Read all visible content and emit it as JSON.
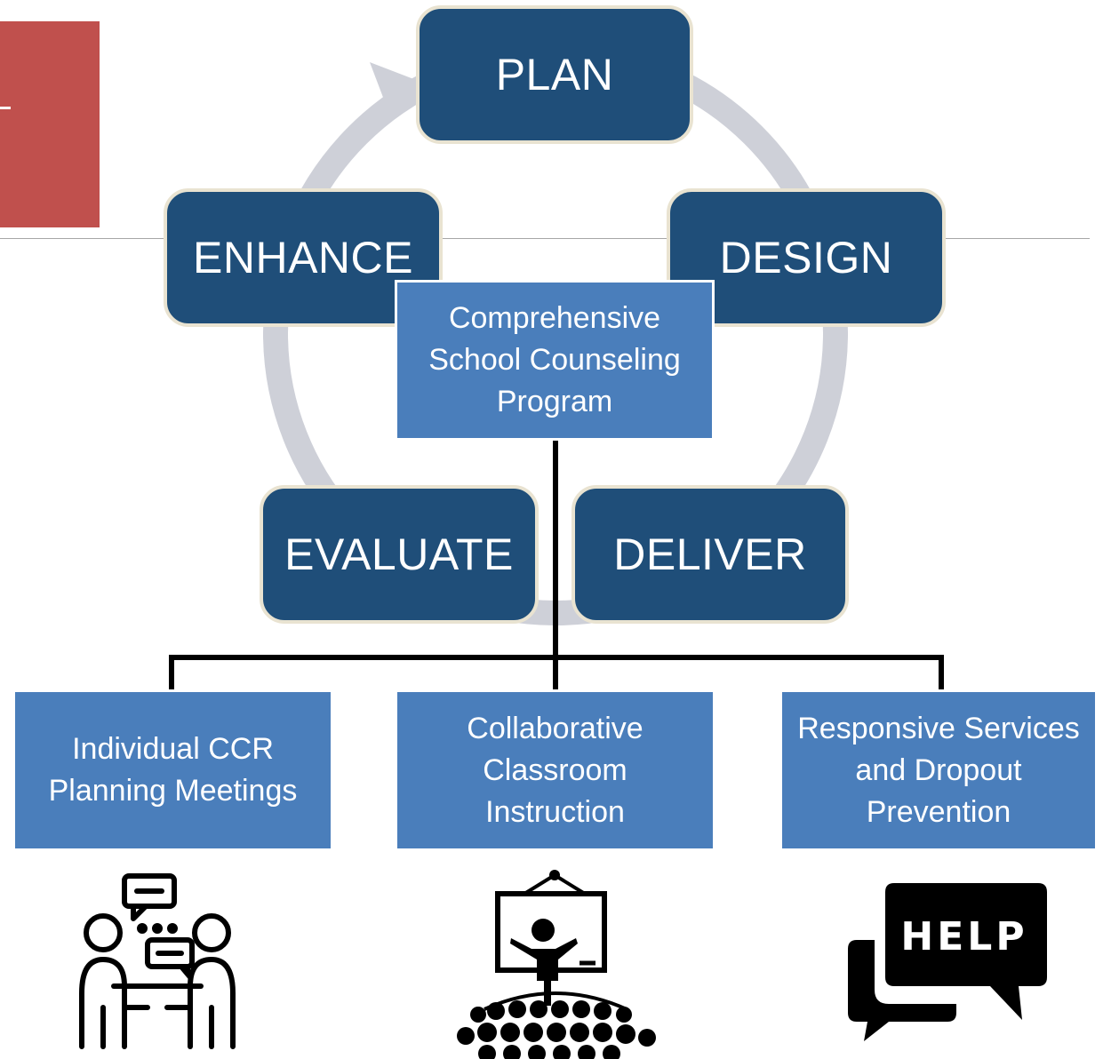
{
  "cycle": {
    "stages": [
      {
        "label": "PLAN"
      },
      {
        "label": "DESIGN"
      },
      {
        "label": "DELIVER"
      },
      {
        "label": "EVALUATE"
      },
      {
        "label": "ENHANCE"
      }
    ]
  },
  "center": {
    "line1": "Comprehensive",
    "line2": "School Counseling",
    "line3": "Program"
  },
  "components": [
    {
      "lines": [
        "Individual CCR",
        "Planning Meetings"
      ],
      "icon": "counseling-meeting-icon"
    },
    {
      "lines": [
        "Collaborative",
        "Classroom",
        "Instruction"
      ],
      "icon": "classroom-teacher-icon"
    },
    {
      "lines": [
        "Responsive Services",
        "and Dropout",
        "Prevention"
      ],
      "icon": "help-chat-icon"
    }
  ],
  "help_icon": {
    "text": "HELP"
  },
  "colors": {
    "stage_fill": "#1f4e79",
    "stage_border": "#e9e3d1",
    "box_fill": "#4a7ebb",
    "cycle_ring": "#ced0d8",
    "accent_block": "#c0504d"
  }
}
